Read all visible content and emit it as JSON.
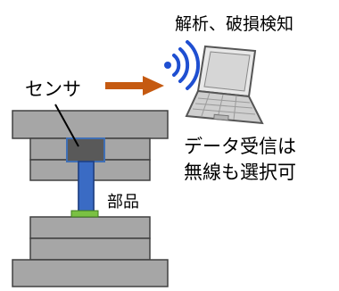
{
  "labels": {
    "analysis": "解析、破損検知",
    "sensor": "センサ",
    "part": "部品",
    "wireless_line1": "データ受信は",
    "wireless_line2": "無線も選択可"
  },
  "icons": {
    "wireless": "wireless-signal-icon",
    "laptop": "laptop-icon",
    "arrow": "arrow-right-icon"
  },
  "colors": {
    "plate": "#a6a6a6",
    "plate_dark": "#8c8c8c",
    "sensor": "#595959",
    "sensor_border": "#3f6fb5",
    "part": "#3a6bc4",
    "part_border": "#1f3f80",
    "base_green": "#7ac143",
    "arrow": "#c55a11",
    "signal": "#1f4fd1"
  }
}
